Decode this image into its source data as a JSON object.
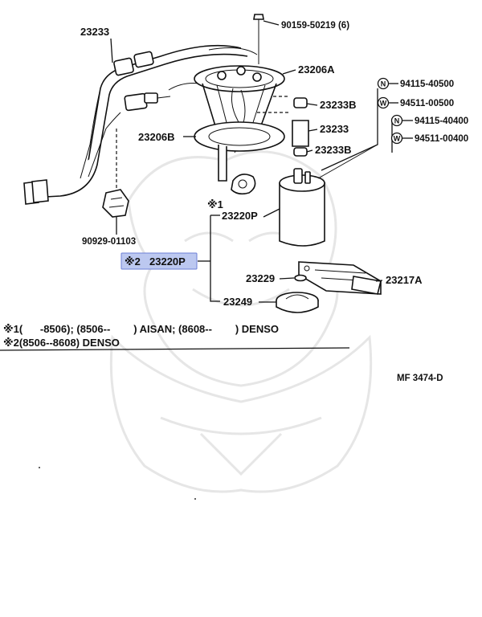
{
  "parts": {
    "fuel_line": "23233",
    "bolt": "90159-50219 (6)",
    "pump_bracket_upper": "23206A",
    "pump_bracket_lower": "23206B",
    "hose_clamp_upper": "23233B",
    "hose": "23233",
    "hose_clamp_lower": "23233B",
    "clip": "90929-01103",
    "pump_note_1": "23220P",
    "pump_note_2": "23220P",
    "cushion": "23229",
    "filter": "23217A",
    "rubber_cushion": "23249",
    "nut_1": "94115-40500",
    "washer_1": "94511-00500",
    "nut_2": "94115-40400",
    "washer_2": "94511-00400"
  },
  "markers": {
    "note1_mark": "※1",
    "note2_mark": "※2",
    "nut_symbol": "N",
    "washer_symbol": "W"
  },
  "notes": {
    "note1": "※1(      -8506); (8506--        ) AISAN; (8608--        ) DENSO",
    "note2": "※2(8506--8608) DENSO"
  },
  "figure_code": "MF 3474-D",
  "colors": {
    "highlight": "#bcc8f0",
    "highlight_border": "#6d7fd6",
    "ink": "#111111"
  }
}
